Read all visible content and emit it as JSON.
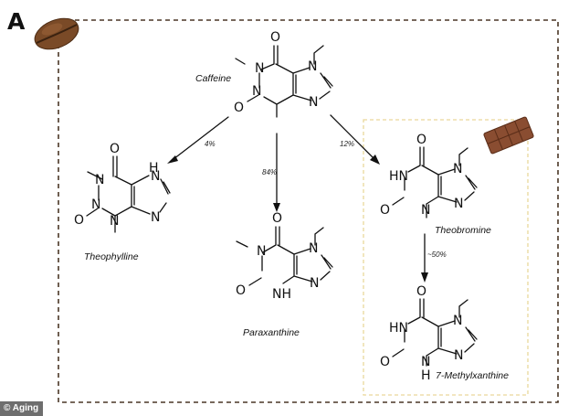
{
  "panel_label": "A",
  "atom_text": {
    "O": "O",
    "N": "N",
    "HN": "HN",
    "NH": "NH",
    "H": "H"
  },
  "molecules": {
    "caffeine": "Caffeine",
    "theophylline": "Theophylline",
    "paraxanthine": "Paraxanthine",
    "theobromine": "Theobromine",
    "methylxanthine": "7-Methylxanthine"
  },
  "conversions": {
    "to_theophylline": "4%",
    "to_paraxanthine": "84%",
    "to_theobromine": "12%",
    "to_methylxanthine": "~50%"
  },
  "colors": {
    "outer_border": "#4a3726",
    "inner_border": "#e9d89a",
    "coffee_bean": "#7a4a27",
    "chocolate": "#8a4d31"
  },
  "icons": [
    "coffee-bean-icon",
    "chocolate-bar-icon"
  ],
  "credit": "© Aging"
}
